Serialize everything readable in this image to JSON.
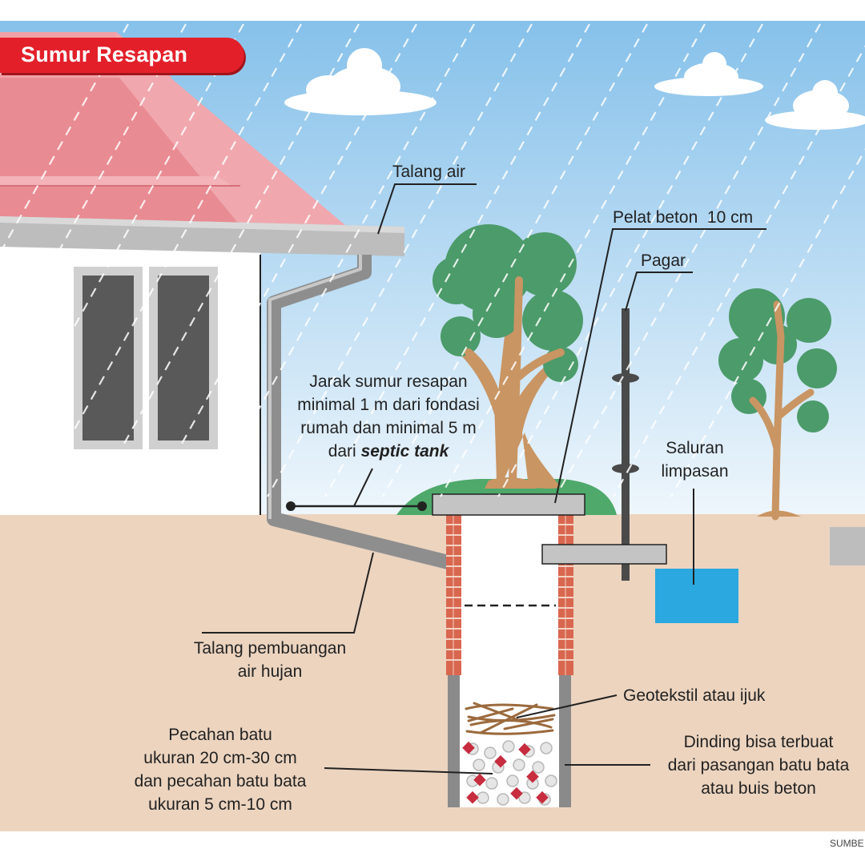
{
  "title": "Sumur Resapan",
  "labels": {
    "talang_air": "Talang air",
    "pelat_beton": "Pelat beton  10 cm",
    "pagar": "Pagar",
    "jarak_line1": "Jarak sumur resapan",
    "jarak_line2": "minimal 1 m dari fondasi",
    "jarak_line3": "rumah dan minimal 5 m",
    "jarak_line4_prefix": "dari ",
    "jarak_line4_emph": "septic tank",
    "saluran_line1": "Saluran",
    "saluran_line2": "limpasan",
    "talang_pembuangan_line1": "Talang pembuangan",
    "talang_pembuangan_line2": "air hujan",
    "geotekstil": "Geotekstil atau ijuk",
    "pecahan_line1": "Pecahan batu",
    "pecahan_line2": "ukuran 20 cm-30 cm",
    "pecahan_line3": "dan pecahan batu bata",
    "pecahan_line4": "ukuran 5 cm-10 cm",
    "dinding_line1": "Dinding bisa terbuat",
    "dinding_line2": "dari pasangan batu bata",
    "dinding_line3": "atau buis beton"
  },
  "source": "SUMBE",
  "colors": {
    "sky_top": "#86c1ea",
    "sky_bottom": "#eaf4fb",
    "soil": "#ecd4bf",
    "roof": "#e98b92",
    "gutter": "#9a9a9a",
    "brick": "#d9674f",
    "water": "#2aa8df",
    "tree_leaf": "#4c9b6a",
    "tree_trunk": "#c99563",
    "title_badge": "#e3202a"
  }
}
